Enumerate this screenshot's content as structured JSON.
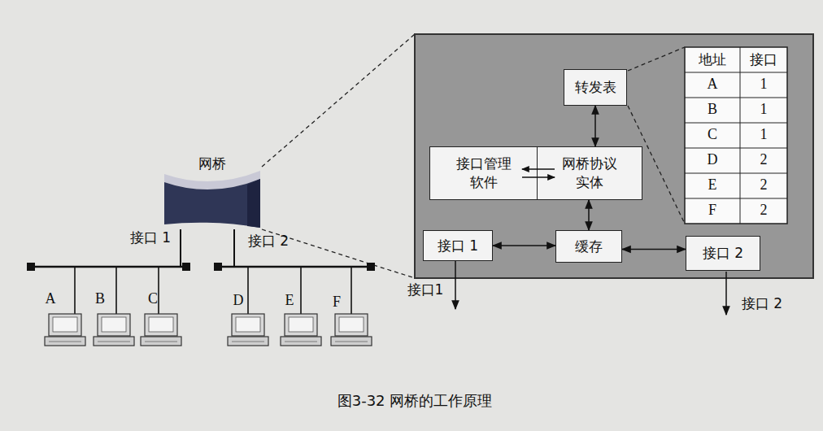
{
  "diagram": {
    "caption": "图3-32 网桥的工作原理",
    "nodes": [
      {
        "text": [
          "网桥"
        ]
      },
      {
        "text": [
          "转发表"
        ]
      },
      {
        "text": [
          "接口管理 软件"
        ]
      },
      {
        "text": [
          "网桥协议 实体"
        ]
      },
      {
        "text": [
          "接口 1"
        ]
      },
      {
        "text": [
          "缓存"
        ]
      },
      {
        "text": [
          "接口 2"
        ]
      }
    ],
    "edges": [
      {
        "from": 1,
        "to": 3,
        "arrow": "both"
      },
      {
        "from": 3,
        "to": 5,
        "arrow": "both"
      },
      {
        "from": 4,
        "to": 5,
        "arrow": "both"
      },
      {
        "from": 5,
        "to": 6,
        "arrow": "both"
      }
    ],
    "labels": [
      "接口 1",
      "接口 2",
      "A",
      "B",
      "C",
      "D",
      "E",
      "F",
      "地址",
      "接口",
      "A",
      "1",
      "B",
      "1",
      "C",
      "1",
      "D",
      "2",
      "E",
      "2",
      "F",
      "2",
      "接口1",
      "接口 2"
    ]
  }
}
